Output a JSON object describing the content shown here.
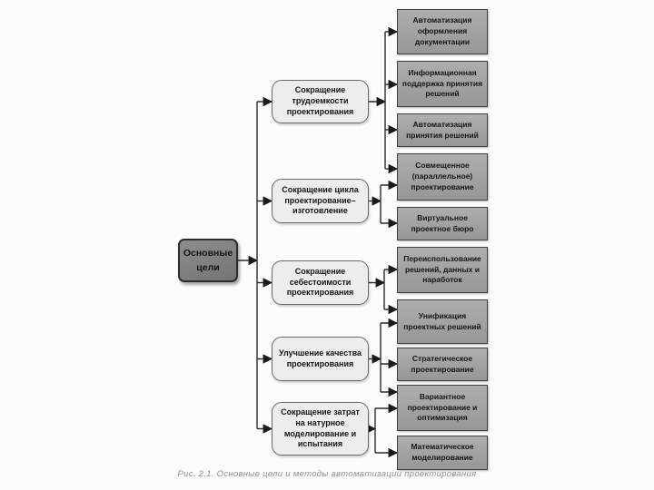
{
  "diagram": {
    "root": {
      "id": "root",
      "label": "Основные цели"
    },
    "goals": [
      {
        "id": "g1",
        "label": "Сокращение трудоемкости проектирования"
      },
      {
        "id": "g2",
        "label": "Сокращение цикла проектирование– изготовление"
      },
      {
        "id": "g3",
        "label": "Сокращение себестоимости проектирования"
      },
      {
        "id": "g4",
        "label": "Улучшение качества проектирования"
      },
      {
        "id": "g5",
        "label": "Сокращение затрат на натурное моделирование и испытания"
      }
    ],
    "methods": [
      {
        "id": "m1",
        "label": "Автоматизация оформления документации"
      },
      {
        "id": "m2",
        "label": "Информационная поддержка принятия решений"
      },
      {
        "id": "m3",
        "label": "Автоматизация принятия решений"
      },
      {
        "id": "m4",
        "label": "Совмещенное (параллельное) проектирование"
      },
      {
        "id": "m5",
        "label": "Виртуальное проектное бюро"
      },
      {
        "id": "m6",
        "label": "Переиспользование решений, данных и наработок"
      },
      {
        "id": "m7",
        "label": "Унификация проектных решений"
      },
      {
        "id": "m8",
        "label": "Стратегическое проектирование"
      },
      {
        "id": "m9",
        "label": "Вариантное проектирование и оптимизация"
      },
      {
        "id": "m10",
        "label": "Математическое моделирование"
      }
    ],
    "connections": [
      {
        "from": "root",
        "to": [
          "g1",
          "g2",
          "g3",
          "g4",
          "g5"
        ]
      },
      {
        "from": "g1",
        "to": [
          "m1",
          "m2",
          "m3",
          "m4"
        ]
      },
      {
        "from": "g2",
        "to": [
          "m4",
          "m5"
        ]
      },
      {
        "from": "g3",
        "to": [
          "m6",
          "m7"
        ]
      },
      {
        "from": "g4",
        "to": [
          "m7",
          "m8",
          "m9"
        ]
      },
      {
        "from": "g5",
        "to": [
          "m9",
          "m10"
        ]
      }
    ]
  },
  "caption": "Рис. 2.1. Основные цели и методы автоматизации проектирования",
  "colors": {
    "root_fill": "#7e7e7e",
    "goal_fill": "#ededec",
    "method_fill": "#a2a2a2",
    "line": "#2b2b2b",
    "caption_text": "#8f8f8f"
  }
}
